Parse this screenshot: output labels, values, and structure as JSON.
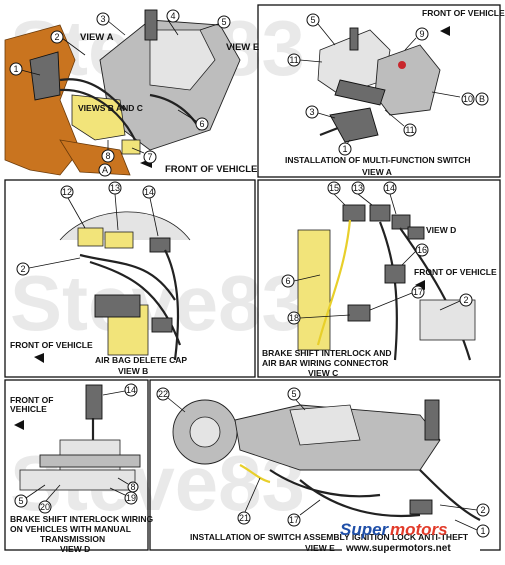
{
  "watermark": "Steve83",
  "footer": {
    "brand_left": "Super",
    "brand_right": "motors",
    "url": "www.supermotors.net"
  },
  "panels": {
    "main": {
      "labels": [
        "VIEW A",
        "VIEW E",
        "VIEWS B AND C",
        "FRONT OF VEHICLE"
      ],
      "callouts": [
        "1",
        "2",
        "3",
        "4",
        "5",
        "6",
        "7",
        "8",
        "A"
      ]
    },
    "view_a": {
      "caption": "INSTALLATION OF MULTI-FUNCTION SWITCH VIEW A",
      "labels": [
        "FRONT OF VEHICLE"
      ],
      "callouts": [
        "5",
        "9",
        "11",
        "3",
        "1",
        "11",
        "10",
        "B"
      ]
    },
    "view_b": {
      "caption": "AIR BAG DELETE CAP VIEW B",
      "labels": [
        "FRONT OF VEHICLE"
      ],
      "callouts": [
        "12",
        "13",
        "14",
        "2"
      ]
    },
    "view_c": {
      "caption": "BRAKE SHIFT INTERLOCK AND AIR BAR WIRING CONNECTOR VIEW C",
      "labels": [
        "VIEW D",
        "FRONT OF VEHICLE"
      ],
      "callouts": [
        "15",
        "13",
        "14",
        "16",
        "6",
        "17",
        "18",
        "2"
      ]
    },
    "view_d": {
      "caption": "BRAKE SHIFT INTERLOCK WIRING ON VEHICLES WITH MANUAL TRANSMISSION VIEW D",
      "labels": [
        "FRONT OF VEHICLE"
      ],
      "callouts": [
        "14",
        "5",
        "20",
        "8",
        "19"
      ]
    },
    "view_e": {
      "caption": "INSTALLATION OF SWITCH ASSEMBLY IGNITION LOCK ANTI-THEFT VIEW E",
      "callouts": [
        "22",
        "5",
        "21",
        "17",
        "2",
        "1"
      ]
    }
  }
}
